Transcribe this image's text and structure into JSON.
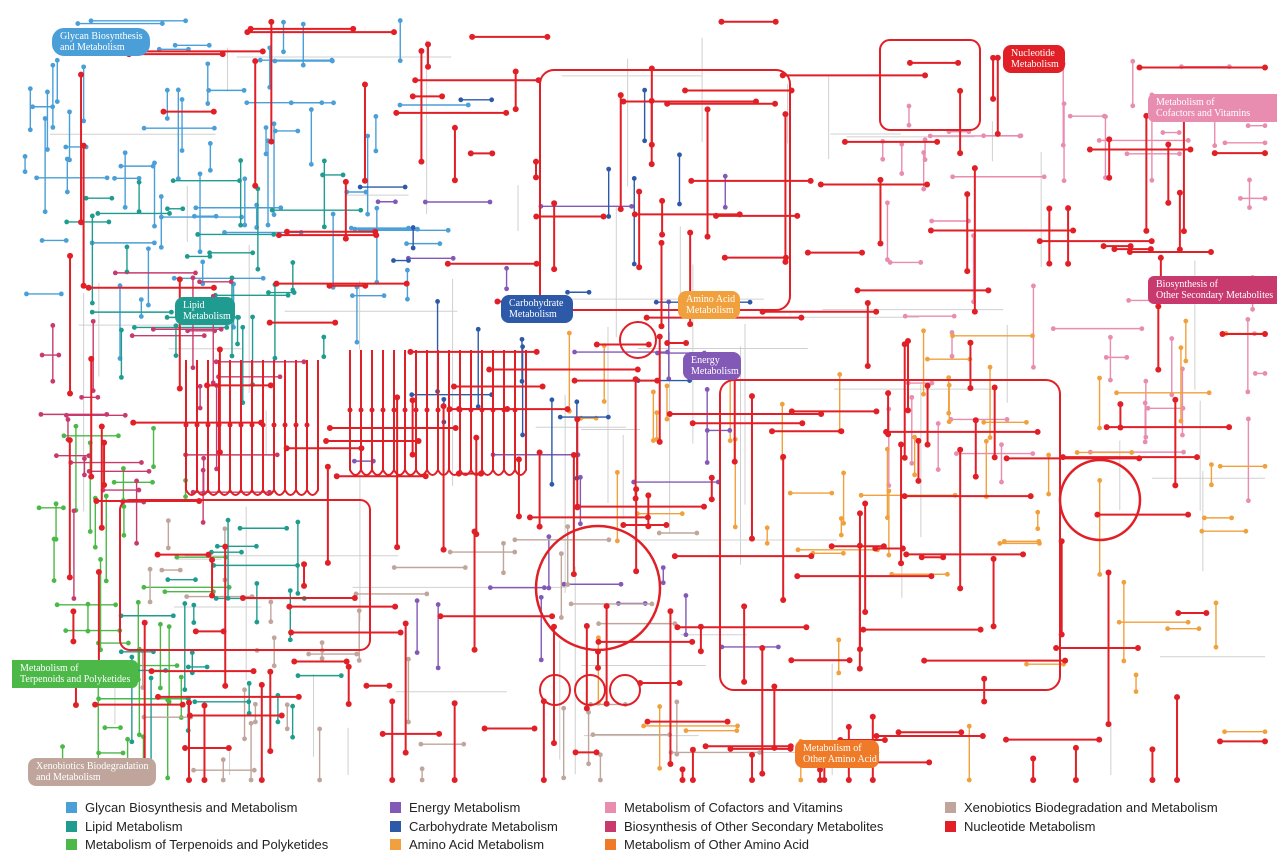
{
  "colors": {
    "glycan": "#4a9fd8",
    "lipid": "#1f9c8f",
    "terpenoid": "#4cb848",
    "energy": "#8359b8",
    "carbohydrate": "#2d5aa8",
    "amino_acid": "#f0a03c",
    "cofactor": "#e88cb0",
    "secondary": "#c83a6e",
    "other_amino": "#ef7a27",
    "xenobiotics": "#bfa59b",
    "nucleotide": "#e11f26"
  },
  "map_labels": [
    {
      "key": "glycan",
      "text": "Glycan Biosynthesis\nand Metabolism"
    },
    {
      "key": "nucleotide",
      "text": "Nucleotide\nMetabolism"
    },
    {
      "key": "cofactor",
      "text": "Metabolism of\nCofactors and Vitamins"
    },
    {
      "key": "secondary",
      "text": "Biosynthesis of\nOther Secondary Metabolites"
    },
    {
      "key": "lipid",
      "text": "Lipid\nMetabolism"
    },
    {
      "key": "carbohydrate",
      "text": "Carbohydrate\nMetabolism"
    },
    {
      "key": "amino_acid",
      "text": "Amino Acid\nMetabolism"
    },
    {
      "key": "energy",
      "text": "Energy\nMetabolism"
    },
    {
      "key": "terpenoid",
      "text": "Metabolism of\nTerpenoids and Polyketides"
    },
    {
      "key": "xenobiotics",
      "text": "Xenobiotics Biodegradation\nand Metabolism"
    },
    {
      "key": "other_amino",
      "text": "Metabolism of\nOther Amino Acid"
    }
  ],
  "legend": [
    {
      "key": "glycan",
      "label": "Glycan Biosynthesis and Metabolism"
    },
    {
      "key": "lipid",
      "label": "Lipid Metabolism"
    },
    {
      "key": "terpenoid",
      "label": "Metabolism  of Terpenoids and Polyketides"
    },
    {
      "key": "energy",
      "label": "Energy Metabolism"
    },
    {
      "key": "carbohydrate",
      "label": "Carbohydrate Metabolism"
    },
    {
      "key": "amino_acid",
      "label": "Amino Acid Metabolism"
    },
    {
      "key": "cofactor",
      "label": "Metabolism  of Cofactors and Vitamins"
    },
    {
      "key": "secondary",
      "label": "Biosynthesis of Other Secondary Metabolites"
    },
    {
      "key": "other_amino",
      "label": "Metabolism  of Other Amino  Acid"
    },
    {
      "key": "xenobiotics",
      "label": "Xenobiotics Biodegradation and Metabolism"
    },
    {
      "key": "nucleotide",
      "label": "Nucleotide Metabolism"
    }
  ]
}
